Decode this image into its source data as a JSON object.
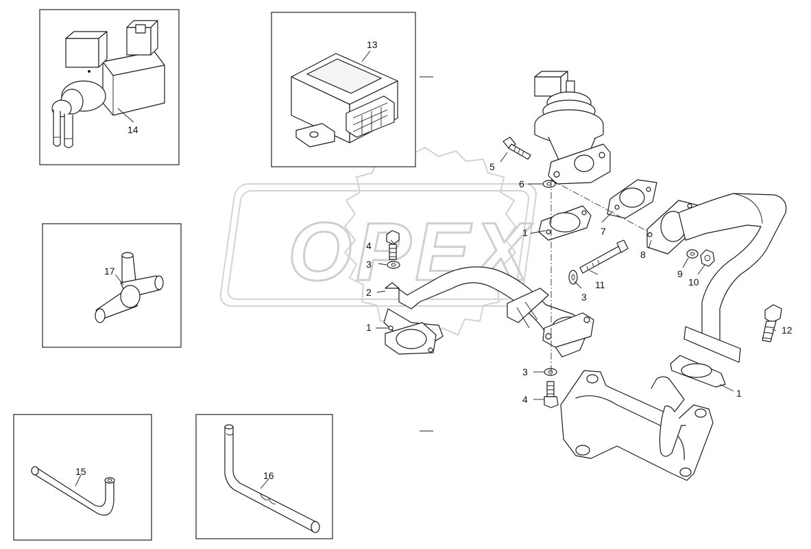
{
  "watermark": {
    "text": "OPEX"
  },
  "callouts": {
    "c1a": "1",
    "c1b": "1",
    "c1c": "1",
    "c2": "2",
    "c3a": "3",
    "c3b": "3",
    "c3c": "3",
    "c4a": "4",
    "c4b": "4",
    "c5": "5",
    "c6": "6",
    "c7": "7",
    "c8": "8",
    "c9": "9",
    "c10": "10",
    "c11": "11",
    "c12": "12",
    "c13": "13",
    "c14": "14",
    "c15": "15",
    "c16": "16",
    "c17": "17"
  }
}
